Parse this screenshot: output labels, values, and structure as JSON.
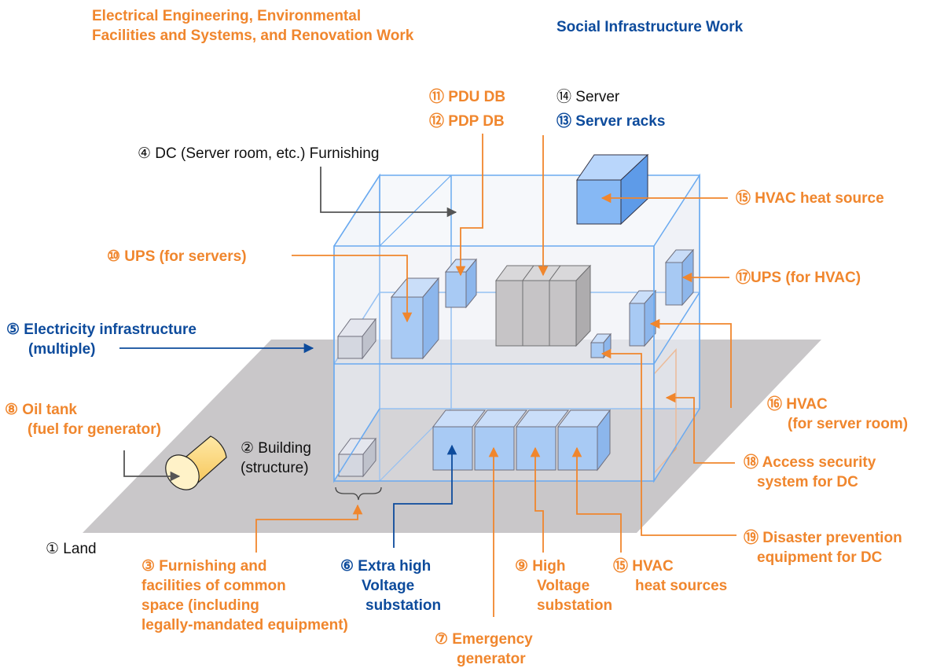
{
  "header": {
    "orange_title": [
      "Electrical Engineering, Environmental",
      "Facilities and Systems, and Renovation Work"
    ],
    "blue_title": "Social Infrastructure Work"
  },
  "labels": {
    "land": "① Land",
    "building": [
      "② Building",
      "(structure)"
    ],
    "common_space": [
      "③ Furnishing and",
      "facilities of common",
      "space (including",
      "legally-mandated equipment)"
    ],
    "dc_furnishing": "④ DC (Server room, etc.) Furnishing",
    "electricity": [
      "⑤ Electricity infrastructure",
      "(multiple)"
    ],
    "extra_high": [
      "⑥ Extra high",
      "Voltage",
      "substation"
    ],
    "generator": [
      "⑦ Emergency",
      "generator"
    ],
    "oil_tank": [
      "⑧ Oil tank",
      "(fuel for generator)"
    ],
    "high_voltage": [
      "⑨ High",
      "Voltage",
      "substation"
    ],
    "ups_servers": "⑩ UPS (for servers)",
    "pdu": "⑪ PDU DB",
    "pdp": "⑫ PDP DB",
    "server_racks": "⑬ Server racks",
    "server": "⑭ Server",
    "hvac_heat_source": "⑮ HVAC heat source",
    "hvac_heat_sources": [
      "⑮ HVAC",
      "heat sources"
    ],
    "hvac_server_room": [
      "⑯ HVAC",
      "(for server room)"
    ],
    "ups_hvac": "⑰UPS (for HVAC)",
    "access_security": [
      "⑱ Access security",
      "system for DC"
    ],
    "disaster": [
      "⑲ Disaster prevention",
      "equipment for DC"
    ]
  },
  "colors": {
    "orange": "#f0862d",
    "blue": "#0d4b9c",
    "box_blue": "#6aa6f2",
    "box_gray": "#b3b0b0",
    "ground": "#c9c7c9",
    "frame": "#6aaaf0"
  }
}
